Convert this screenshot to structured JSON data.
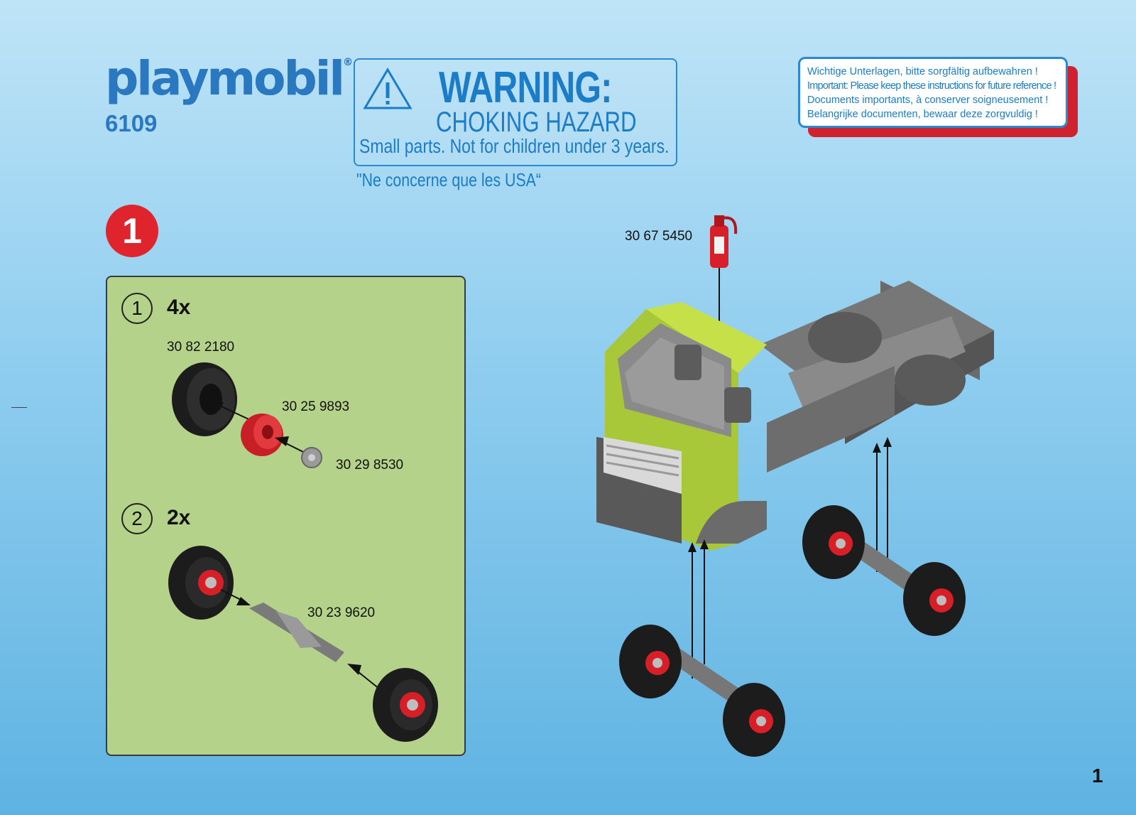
{
  "header": {
    "brand": "playmobil",
    "registered_mark": "®",
    "product_number": "6109"
  },
  "warning": {
    "title": "WARNING:",
    "hazard": "CHOKING HAZARD",
    "detail": "Small parts. Not for children under 3 years.",
    "note": "\"Ne concerne que les USA“"
  },
  "notice": {
    "de": "Wichtige Unterlagen, bitte sorgfältig aufbewahren !",
    "en": "Important: Please keep these instructions for future reference !",
    "fr": "Documents importants, à conserver soigneusement !",
    "nl": "Belangrijke documenten, bewaar deze zorgvuldig !"
  },
  "step": {
    "number": "1",
    "sub1": {
      "number": "1",
      "quantity": "4x",
      "parts": [
        "30 82 2180",
        "30 25 9893",
        "30 29 8530"
      ]
    },
    "sub2": {
      "number": "2",
      "quantity": "2x",
      "parts": [
        "30 23 9620"
      ]
    }
  },
  "main_part": "30 67 5450",
  "page_number": "1",
  "colors": {
    "brand_blue": "#2a78c0",
    "warning_red": "#e0242d",
    "panel_green": "#b5d28a",
    "truck_cab": "#b3d335",
    "chassis_grey": "#6e6e6e"
  }
}
